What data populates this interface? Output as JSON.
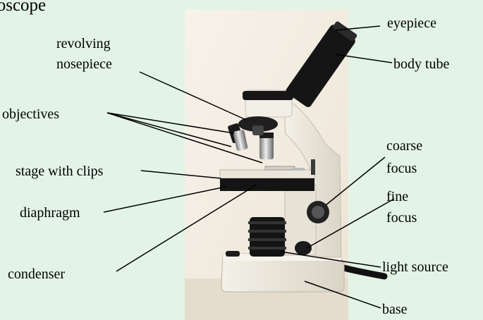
{
  "title": "The Microscope",
  "labels": {
    "revolving_nosepiece": [
      "revolving",
      "nosepiece"
    ],
    "objectives": "objectives",
    "stage_with_clips": "stage with clips",
    "diaphragm": "diaphragm",
    "condenser": "condenser",
    "eyepiece": "eyepiece",
    "body_tube": "body tube",
    "coarse_focus": [
      "coarse",
      "focus"
    ],
    "fine_focus": [
      "fine",
      "focus"
    ],
    "light_source": "light source",
    "base": "base"
  },
  "colors": {
    "background": "#e3f4e6",
    "photo_backdrop": "#f3ece2",
    "microscope_body": "#ece8dc",
    "black_parts": "#151515",
    "leader_line": "#000000"
  }
}
